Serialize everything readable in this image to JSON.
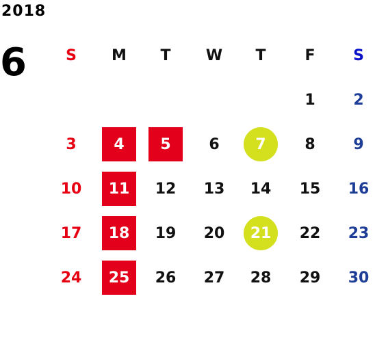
{
  "year": "2018",
  "month": "6",
  "colors": {
    "sunday": "#e60012",
    "saturday": "#1d3d96",
    "holiday_fill": "#e3001b",
    "event_fill": "#d4df1e",
    "text": "#111111"
  },
  "weekdays": [
    "S",
    "M",
    "T",
    "W",
    "T",
    "F",
    "S"
  ],
  "weeks": [
    [
      "",
      "",
      "",
      "",
      "",
      "1",
      "2"
    ],
    [
      "3",
      "4",
      "5",
      "6",
      "7",
      "8",
      "9"
    ],
    [
      "10",
      "11",
      "12",
      "13",
      "14",
      "15",
      "16"
    ],
    [
      "17",
      "18",
      "19",
      "20",
      "21",
      "22",
      "23"
    ],
    [
      "24",
      "25",
      "26",
      "27",
      "28",
      "29",
      "30"
    ]
  ],
  "highlighted_square_days": [
    "4",
    "5",
    "11",
    "18",
    "25"
  ],
  "highlighted_circle_days": [
    "7",
    "21"
  ]
}
